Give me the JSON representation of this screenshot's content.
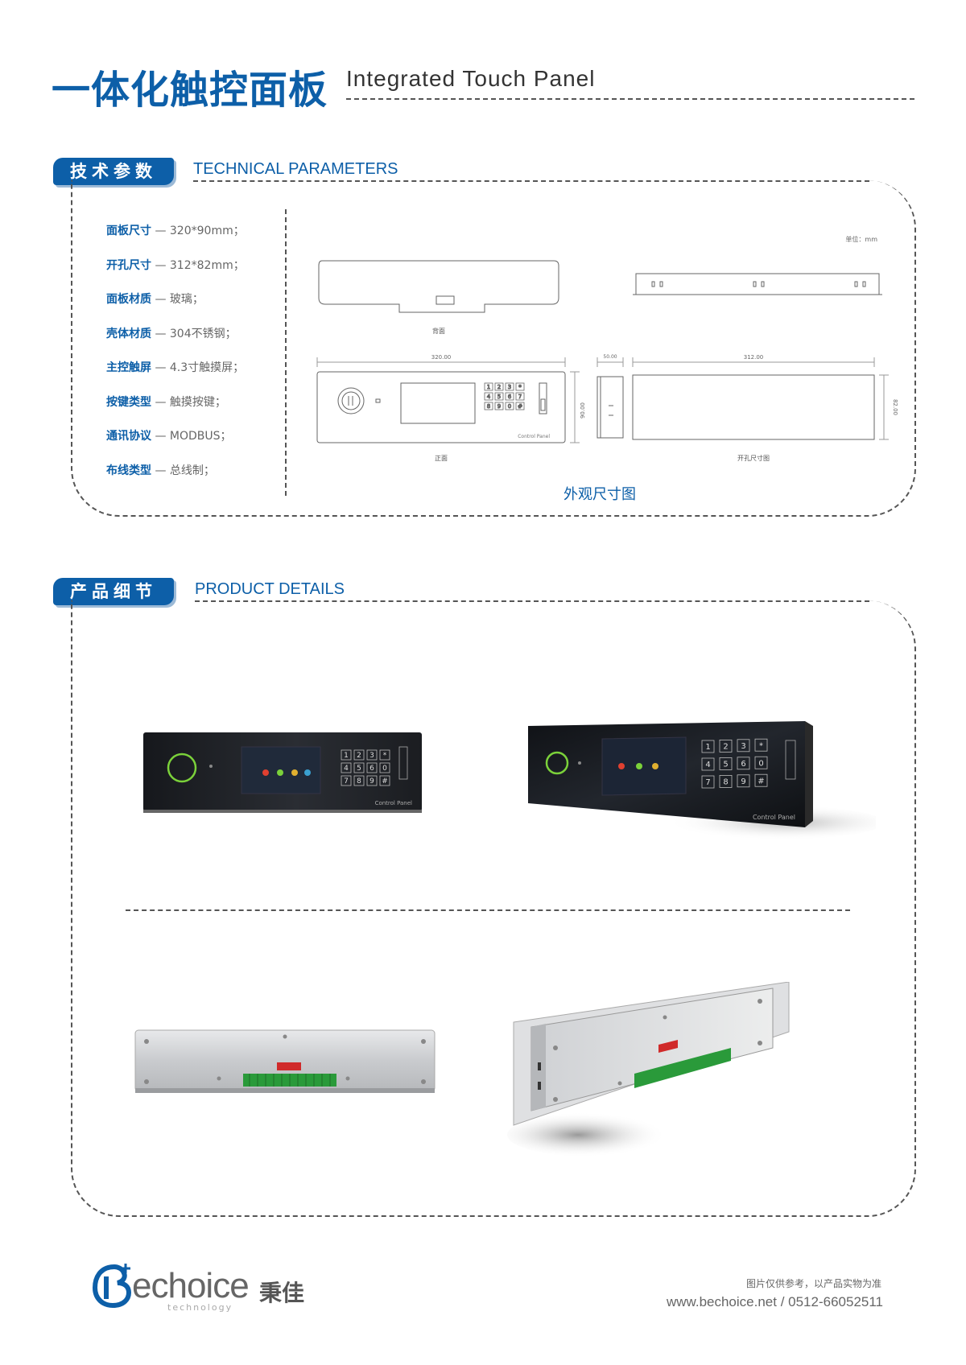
{
  "header": {
    "title_cn": "一体化触控面板",
    "title_en": "Integrated Touch Panel"
  },
  "tech_section": {
    "badge": "技术参数",
    "title_en": "TECHNICAL PARAMETERS",
    "params": [
      {
        "key": "面板尺寸",
        "value": "— 320*90mm；"
      },
      {
        "key": "开孔尺寸",
        "value": "— 312*82mm；"
      },
      {
        "key": "面板材质",
        "value": "— 玻璃；"
      },
      {
        "key": "壳体材质",
        "value": "— 304不锈钢；"
      },
      {
        "key": "主控触屏",
        "value": "— 4.3寸触摸屏；"
      },
      {
        "key": "按键类型",
        "value": "— 触摸按键；"
      },
      {
        "key": "通讯协议",
        "value": "— MODBUS；"
      },
      {
        "key": "布线类型",
        "value": "— 总线制；"
      }
    ],
    "diagram": {
      "unit": "单位：mm",
      "back_label": "背面",
      "front_label": "正面",
      "cutout_label": "开孔尺寸图",
      "caption": "外观尺寸图",
      "dim_width": "320.00",
      "dim_height": "90.00",
      "dim_depth": "50.00",
      "dim_cut_width": "312.00",
      "dim_cut_height": "82.00",
      "keys": [
        "1",
        "2",
        "3",
        "*",
        "4",
        "5",
        "6",
        "7",
        "8",
        "9",
        "0",
        "#"
      ],
      "brand_text": "Control Panel"
    }
  },
  "detail_section": {
    "badge": "产品细节",
    "title_en": "PRODUCT DETAILS",
    "photo_keys": [
      "1",
      "2",
      "3",
      "*",
      "4",
      "5",
      "6",
      "0",
      "7",
      "8",
      "9",
      "#"
    ],
    "photo_brand": "Control Panel"
  },
  "footer": {
    "logo_text": "echoice",
    "logo_cn": "秉佳",
    "logo_sub": "technology",
    "note": "图片仅供参考，以产品实物为准",
    "web_phone": "www.bechoice.net  /  0512-66052511"
  },
  "colors": {
    "brand_blue": "#0d5fa8",
    "led_green": "#7bd13a"
  }
}
